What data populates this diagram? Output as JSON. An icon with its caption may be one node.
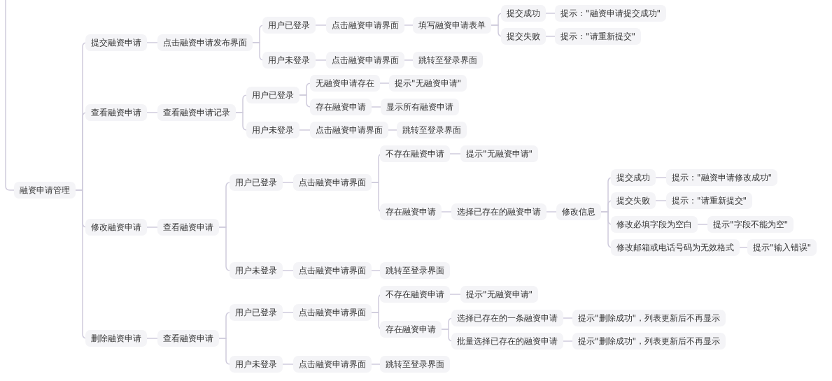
{
  "diagram": {
    "nodes": [
      {
        "text": [
          "融资申请管理"
        ]
      },
      {
        "text": [
          "提交融资申请"
        ]
      },
      {
        "text": [
          "点击融资申请发布界面"
        ]
      },
      {
        "text": [
          "用户已登录"
        ]
      },
      {
        "text": [
          "点击融资申请界面"
        ]
      },
      {
        "text": [
          "填写融资申请表单"
        ]
      },
      {
        "text": [
          "提交成功"
        ]
      },
      {
        "text": [
          "提示：\"融资申请提交成功\""
        ]
      },
      {
        "text": [
          "提交失败"
        ]
      },
      {
        "text": [
          "提示：\"请重新提交\""
        ]
      },
      {
        "text": [
          "用户未登录"
        ]
      },
      {
        "text": [
          "点击融资申请界面"
        ]
      },
      {
        "text": [
          "跳转至登录界面"
        ]
      },
      {
        "text": [
          "查看融资申请"
        ]
      },
      {
        "text": [
          "查看融资申请记录"
        ]
      },
      {
        "text": [
          "用户已登录"
        ]
      },
      {
        "text": [
          "无融资申请存在"
        ]
      },
      {
        "text": [
          "提示\"无融资申请\""
        ]
      },
      {
        "text": [
          "存在融资申请"
        ]
      },
      {
        "text": [
          "显示所有融资申请"
        ]
      },
      {
        "text": [
          "用户未登录"
        ]
      },
      {
        "text": [
          "点击融资申请界面"
        ]
      },
      {
        "text": [
          "跳转至登录界面"
        ]
      },
      {
        "text": [
          "修改融资申请"
        ]
      },
      {
        "text": [
          "查看融资申请"
        ]
      },
      {
        "text": [
          "用户已登录"
        ]
      },
      {
        "text": [
          "点击融资申请界面"
        ]
      },
      {
        "text": [
          "不存在融资申请"
        ]
      },
      {
        "text": [
          "提示\"无融资申请\""
        ]
      },
      {
        "text": [
          "存在融资申请"
        ]
      },
      {
        "text": [
          "选择已存在的融资申请"
        ]
      },
      {
        "text": [
          "修改信息"
        ]
      },
      {
        "text": [
          "提交成功"
        ]
      },
      {
        "text": [
          "提示：\"融资申请修改成功\""
        ]
      },
      {
        "text": [
          "提交失败"
        ]
      },
      {
        "text": [
          "提示：\"请重新提交\""
        ]
      },
      {
        "text": [
          "修改必填字段为空白"
        ]
      },
      {
        "text": [
          "提示\"字段不能为空\""
        ]
      },
      {
        "text": [
          "修改邮箱或电话号码为无效格式"
        ]
      },
      {
        "text": [
          "提示\"输入错误\""
        ]
      },
      {
        "text": [
          "用户未登录"
        ]
      },
      {
        "text": [
          "点击融资申请界面"
        ]
      },
      {
        "text": [
          "跳转至登录界面"
        ]
      },
      {
        "text": [
          "删除融资申请"
        ]
      },
      {
        "text": [
          "查看融资申请"
        ]
      },
      {
        "text": [
          "用户已登录"
        ]
      },
      {
        "text": [
          "点击融资申请界面"
        ]
      },
      {
        "text": [
          "不存在融资申请"
        ]
      },
      {
        "text": [
          "提示\"无融资申请\""
        ]
      },
      {
        "text": [
          "存在融资申请"
        ]
      },
      {
        "text": [
          "选择已存在的一条融资申请"
        ]
      },
      {
        "text": [
          "提示\"删除成功\"，列表更新后不再显示"
        ]
      },
      {
        "text": [
          "批量选择已存在的融资申请"
        ]
      },
      {
        "text": [
          "提示\"删除成功\"，列表更新后不再显示"
        ]
      },
      {
        "text": [
          "用户未登录"
        ]
      },
      {
        "text": [
          "点击融资申请界面"
        ]
      },
      {
        "text": [
          "跳转至登录界面"
        ]
      }
    ],
    "edges": [
      {
        "from": null,
        "to": 0,
        "arrow": "none"
      },
      {
        "from": 0,
        "to": 1,
        "arrow": "none"
      },
      {
        "from": 1,
        "to": 2,
        "arrow": "none"
      },
      {
        "from": 2,
        "to": 3,
        "arrow": "none"
      },
      {
        "from": 3,
        "to": 4,
        "arrow": "none"
      },
      {
        "from": 4,
        "to": 5,
        "arrow": "none"
      },
      {
        "from": 5,
        "to": 6,
        "arrow": "none"
      },
      {
        "from": 6,
        "to": 7,
        "arrow": "none"
      },
      {
        "from": 5,
        "to": 8,
        "arrow": "none"
      },
      {
        "from": 8,
        "to": 9,
        "arrow": "none"
      },
      {
        "from": 2,
        "to": 10,
        "arrow": "none"
      },
      {
        "from": 10,
        "to": 11,
        "arrow": "none"
      },
      {
        "from": 11,
        "to": 12,
        "arrow": "none"
      },
      {
        "from": 0,
        "to": 13,
        "arrow": "none"
      },
      {
        "from": 13,
        "to": 14,
        "arrow": "none"
      },
      {
        "from": 14,
        "to": 15,
        "arrow": "none"
      },
      {
        "from": 15,
        "to": 16,
        "arrow": "none"
      },
      {
        "from": 16,
        "to": 17,
        "arrow": "none"
      },
      {
        "from": 15,
        "to": 18,
        "arrow": "none"
      },
      {
        "from": 18,
        "to": 19,
        "arrow": "none"
      },
      {
        "from": 14,
        "to": 20,
        "arrow": "none"
      },
      {
        "from": 20,
        "to": 21,
        "arrow": "none"
      },
      {
        "from": 21,
        "to": 22,
        "arrow": "none"
      },
      {
        "from": 0,
        "to": 23,
        "arrow": "none"
      },
      {
        "from": 23,
        "to": 24,
        "arrow": "none"
      },
      {
        "from": 24,
        "to": 25,
        "arrow": "none"
      },
      {
        "from": 25,
        "to": 26,
        "arrow": "none"
      },
      {
        "from": 26,
        "to": 27,
        "arrow": "none"
      },
      {
        "from": 27,
        "to": 28,
        "arrow": "none"
      },
      {
        "from": 26,
        "to": 29,
        "arrow": "none"
      },
      {
        "from": 29,
        "to": 30,
        "arrow": "none"
      },
      {
        "from": 30,
        "to": 31,
        "arrow": "none"
      },
      {
        "from": 31,
        "to": 32,
        "arrow": "none"
      },
      {
        "from": 32,
        "to": 33,
        "arrow": "none"
      },
      {
        "from": 31,
        "to": 34,
        "arrow": "none"
      },
      {
        "from": 34,
        "to": 35,
        "arrow": "none"
      },
      {
        "from": 31,
        "to": 36,
        "arrow": "none"
      },
      {
        "from": 36,
        "to": 37,
        "arrow": "none"
      },
      {
        "from": 31,
        "to": 38,
        "arrow": "none"
      },
      {
        "from": 38,
        "to": 39,
        "arrow": "none"
      },
      {
        "from": 24,
        "to": 40,
        "arrow": "none"
      },
      {
        "from": 40,
        "to": 41,
        "arrow": "none"
      },
      {
        "from": 41,
        "to": 42,
        "arrow": "none"
      },
      {
        "from": 0,
        "to": 43,
        "arrow": "none"
      },
      {
        "from": 43,
        "to": 44,
        "arrow": "none"
      },
      {
        "from": 44,
        "to": 45,
        "arrow": "none"
      },
      {
        "from": 45,
        "to": 46,
        "arrow": "none"
      },
      {
        "from": 46,
        "to": 47,
        "arrow": "none"
      },
      {
        "from": 47,
        "to": 48,
        "arrow": "none"
      },
      {
        "from": 46,
        "to": 49,
        "arrow": "none"
      },
      {
        "from": 49,
        "to": 50,
        "arrow": "none"
      },
      {
        "from": 50,
        "to": 51,
        "arrow": "none"
      },
      {
        "from": 49,
        "to": 52,
        "arrow": "none"
      },
      {
        "from": 52,
        "to": 53,
        "arrow": "none"
      },
      {
        "from": 44,
        "to": 54,
        "arrow": "none"
      },
      {
        "from": 54,
        "to": 55,
        "arrow": "none"
      },
      {
        "from": 55,
        "to": 56,
        "arrow": "none"
      }
    ]
  }
}
